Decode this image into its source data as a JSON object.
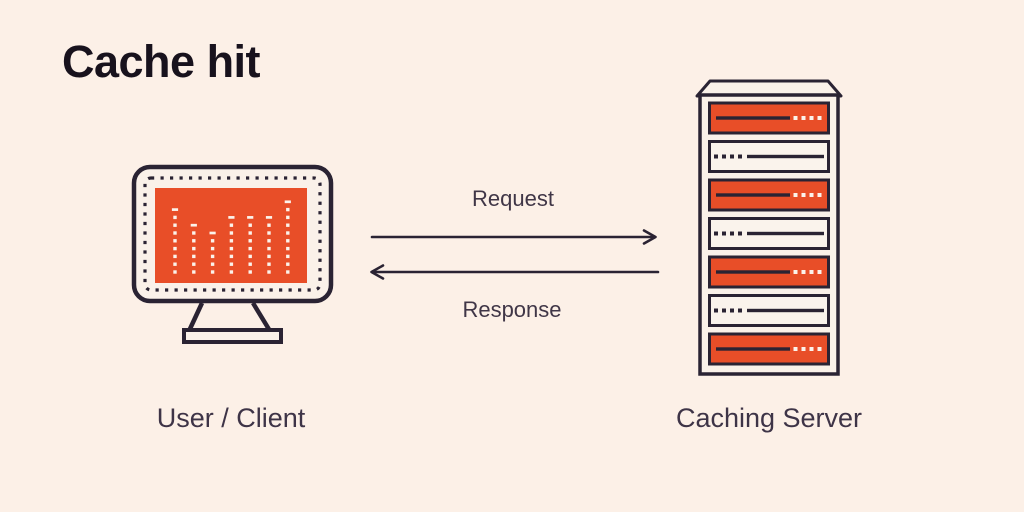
{
  "title": "Cache hit",
  "colors": {
    "background": "#fcf0e7",
    "outline": "#2a2333",
    "orange": "#e84e28",
    "cream": "#faf3ec",
    "dot_light": "#fbf3eb",
    "label_text": "#3e3447",
    "title_text": "#18121d"
  },
  "nodes": {
    "client": {
      "label": "User / Client",
      "icon": "monitor-icon"
    },
    "server": {
      "label": "Caching Server",
      "icon": "server-rack-icon"
    }
  },
  "flows": {
    "request": {
      "label": "Request",
      "direction": "right"
    },
    "response": {
      "label": "Response",
      "direction": "left"
    }
  },
  "monitor_icon": {
    "dot_columns": [
      9,
      7,
      6,
      8,
      8,
      8,
      10
    ]
  },
  "server_icon": {
    "rows": [
      "orange",
      "light",
      "orange",
      "light",
      "orange",
      "light",
      "orange"
    ],
    "dots_per_row": 4
  }
}
